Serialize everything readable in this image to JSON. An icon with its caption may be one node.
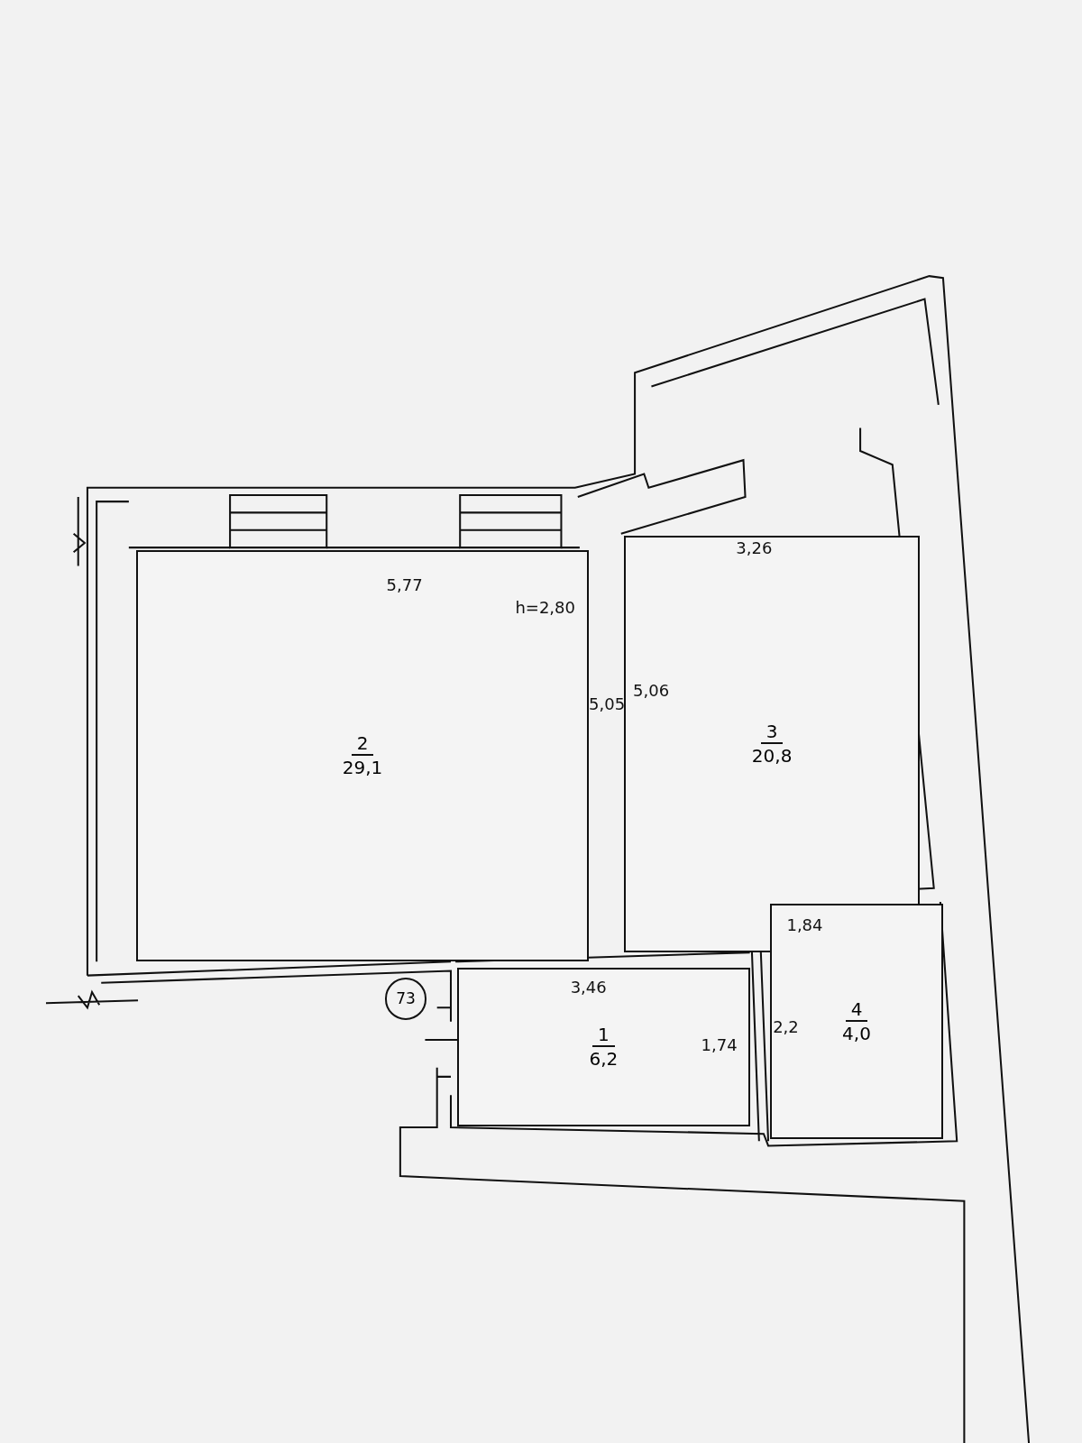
{
  "diagram": {
    "nodes": [
      {
        "text": [
          "2",
          "29,1"
        ]
      },
      {
        "text": [
          "3",
          "20,8"
        ]
      },
      {
        "text": [
          "73"
        ]
      },
      {
        "text": [
          "1",
          "6,2"
        ]
      },
      {
        "text": [
          "4",
          "4,0"
        ]
      }
    ],
    "labels": [
      "3,26",
      "5,77",
      "h=2,80",
      "5,05",
      "5,06",
      "1,84",
      "3,46",
      "2,2",
      "1,74"
    ]
  }
}
